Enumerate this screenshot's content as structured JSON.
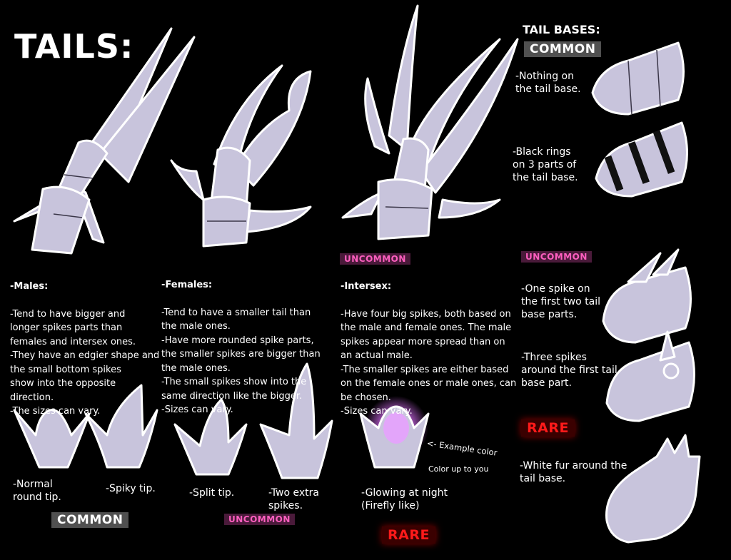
{
  "header": {
    "title": "TAILS:"
  },
  "tail_bases": {
    "heading": "TAIL BASES:",
    "common_badge": "COMMON",
    "nothing_text": "-Nothing on\nthe tail base.",
    "rings_text": "-Black rings\non 3 parts of\nthe tail base.",
    "uncommon_badge": "UNCOMMON",
    "one_spike_text": "-One spike on\nthe first two tail\nbase parts.",
    "three_spikes_text": "-Three spikes\naround the first tail\nbase part.",
    "rare_badge": "RARE",
    "fur_text": "-White fur around the\ntail base."
  },
  "males": {
    "heading": "-Males:",
    "body": "-Tend to have bigger and\nlonger spikes parts than\nfemales and intersex ones.\n-They have an edgier shape and\nthe small bottom spikes\nshow into the opposite direction.\n-The sizes can vary."
  },
  "females": {
    "heading": "-Females:",
    "body": "-Tend to have a smaller tail than\nthe male ones.\n-Have more rounded spike parts,\nthe smaller spikes are bigger than\nthe male ones.\n-The small spikes show into the\nsame direction like the bigger.\n-Sizes can vary."
  },
  "intersex": {
    "badge": "UNCOMMON",
    "heading": "-Intersex:",
    "body": "-Have four big spikes, both based on\nthe male and female ones. The male\nspikes appear more spread than on\nan actual male.\n-The smaller spikes are either based\non the female ones or male ones, can\nbe chosen.\n-Sizes can vary."
  },
  "tips": {
    "normal": "-Normal\nround tip.",
    "spiky": "-Spiky tip.",
    "common_badge": "COMMON",
    "split": "-Split tip.",
    "two_extra": "-Two extra\nspikes.",
    "uncommon_badge": "UNCOMMON",
    "example_color": "<- Example color",
    "color_up": "Color up to you",
    "glowing": "-Glowing at night\n(Firefly like)",
    "rare_badge": "RARE"
  },
  "colors": {
    "tail_fill": "#c8c4dc",
    "glow": "#e070ff",
    "common": "#505050",
    "uncommon": "#ff5fc0",
    "rare": "#ff1a1a"
  }
}
